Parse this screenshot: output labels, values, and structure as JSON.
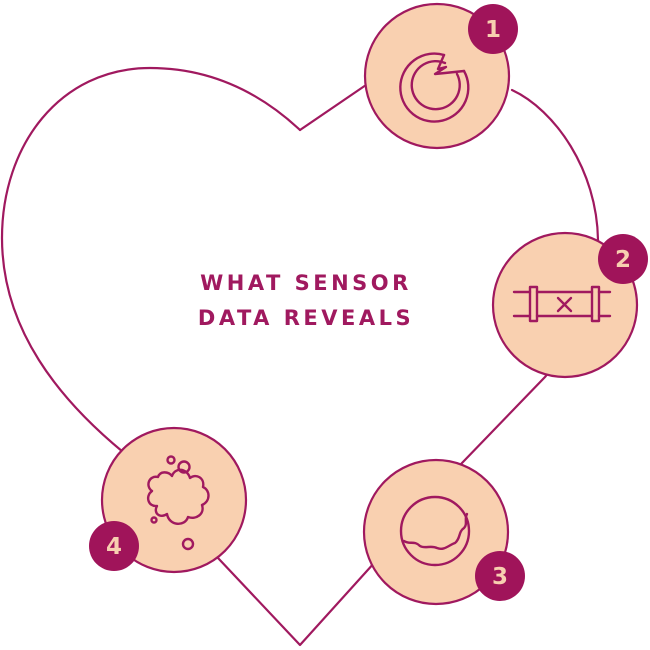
{
  "title": {
    "line1": "WHAT SENSOR",
    "line2": "DATA REVEALS"
  },
  "colors": {
    "outline": "#A0195F",
    "circle_fill": "#F9D0B0",
    "badge_fill": "#A0145A",
    "badge_text": "#F7CFB0",
    "background": "#FFFFFF"
  },
  "steps": [
    {
      "number": "1",
      "icon": "broken-ring-icon"
    },
    {
      "number": "2",
      "icon": "blocked-pipe-icon"
    },
    {
      "number": "3",
      "icon": "corroded-pipe-cross-section-icon"
    },
    {
      "number": "4",
      "icon": "bubbles-icon"
    }
  ]
}
